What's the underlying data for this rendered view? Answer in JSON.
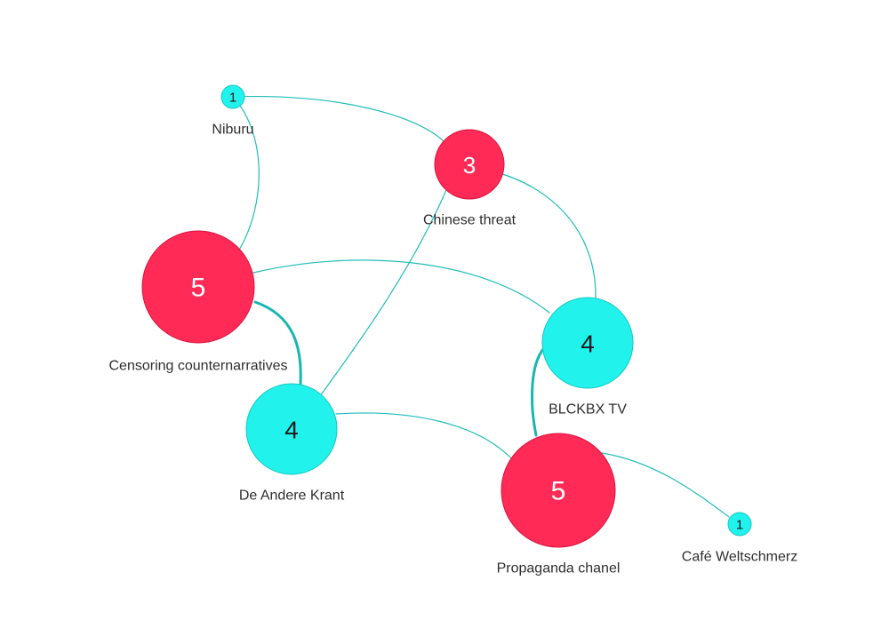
{
  "colors": {
    "red": "#ff2a55",
    "cyan": "#22f2ec",
    "edge": "#20bdb9"
  },
  "nodes": [
    {
      "id": "niburu",
      "label": "Niburu",
      "value": "1",
      "color": "cyan"
    },
    {
      "id": "chinese-threat",
      "label": "Chinese threat",
      "value": "3",
      "color": "red"
    },
    {
      "id": "censoring-counternarratives",
      "label": "Censoring counternarratives",
      "value": "5",
      "color": "red"
    },
    {
      "id": "blckbx-tv",
      "label": "BLCKBX TV",
      "value": "4",
      "color": "cyan"
    },
    {
      "id": "de-andere-krant",
      "label": "De Andere Krant",
      "value": "4",
      "color": "cyan"
    },
    {
      "id": "propaganda-chanel",
      "label": "Propaganda chanel",
      "value": "5",
      "color": "red"
    },
    {
      "id": "cafe-weltschmerz",
      "label": "Café Weltschmerz",
      "value": "1",
      "color": "cyan"
    }
  ],
  "edges": [
    {
      "from": "niburu",
      "to": "chinese-threat",
      "strong": false
    },
    {
      "from": "niburu",
      "to": "censoring-counternarratives",
      "strong": false
    },
    {
      "from": "chinese-threat",
      "to": "blckbx-tv",
      "strong": false
    },
    {
      "from": "chinese-threat",
      "to": "de-andere-krant",
      "strong": false
    },
    {
      "from": "censoring-counternarratives",
      "to": "blckbx-tv",
      "strong": false
    },
    {
      "from": "censoring-counternarratives",
      "to": "de-andere-krant",
      "strong": true
    },
    {
      "from": "blckbx-tv",
      "to": "propaganda-chanel",
      "strong": true
    },
    {
      "from": "de-andere-krant",
      "to": "propaganda-chanel",
      "strong": false
    },
    {
      "from": "propaganda-chanel",
      "to": "cafe-weltschmerz",
      "strong": false
    }
  ]
}
